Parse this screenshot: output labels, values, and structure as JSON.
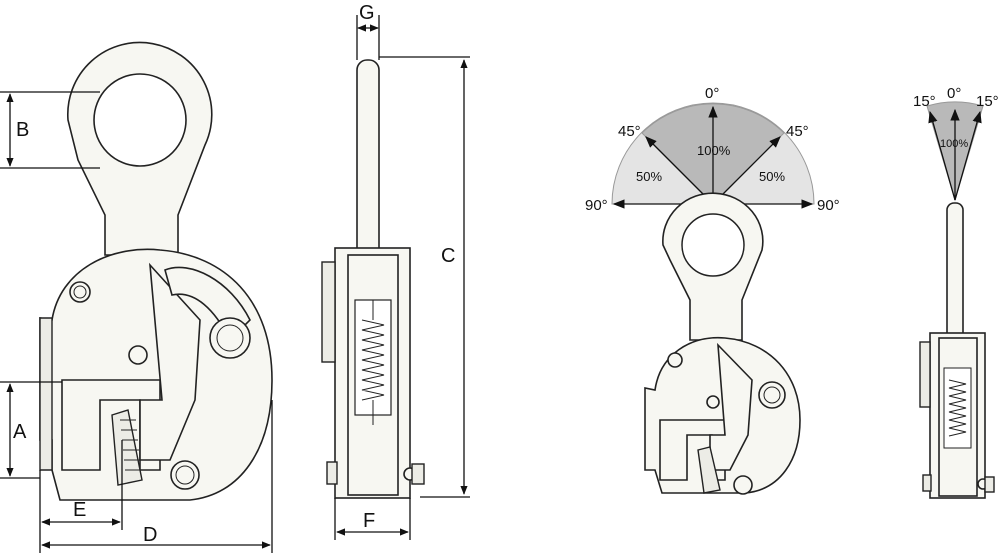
{
  "dimensions": {
    "A": "A",
    "B": "B",
    "C": "C",
    "D": "D",
    "E": "E",
    "F": "F",
    "G": "G"
  },
  "load_diagram": {
    "angles": {
      "top": "0°",
      "left45": "45°",
      "right45": "45°",
      "left90": "90°",
      "right90": "90°"
    },
    "percentages": {
      "center": "100%",
      "left": "50%",
      "right": "50%"
    },
    "colors": {
      "inner_sector": "#b9b9b9",
      "outer_sector": "#e4e4e4"
    }
  },
  "side_diagram": {
    "angles": {
      "top": "0°",
      "left15": "15°",
      "right15": "15°"
    },
    "percentages": {
      "center": "100%"
    },
    "colors": {
      "sector": "#b9b9b9"
    }
  }
}
